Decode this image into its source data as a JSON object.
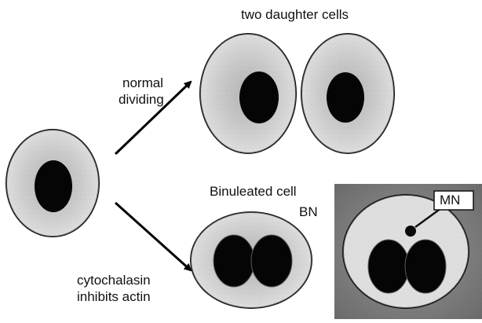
{
  "labels": {
    "daughter_cells": "two daughter cells",
    "normal_dividing_line1": "normal",
    "normal_dividing_line2": "dividing",
    "binucleated_cell": "Binuleated cell",
    "bn": "BN",
    "mn": "MN",
    "cytochalasin_line1": "cytochalasin",
    "cytochalasin_line2": "inhibits actin"
  },
  "colors": {
    "cytoplasm": "#d9d9d9",
    "nucleus": "#050505",
    "outline": "#111111",
    "inset_background": "#707070",
    "arrow": "#000000"
  }
}
